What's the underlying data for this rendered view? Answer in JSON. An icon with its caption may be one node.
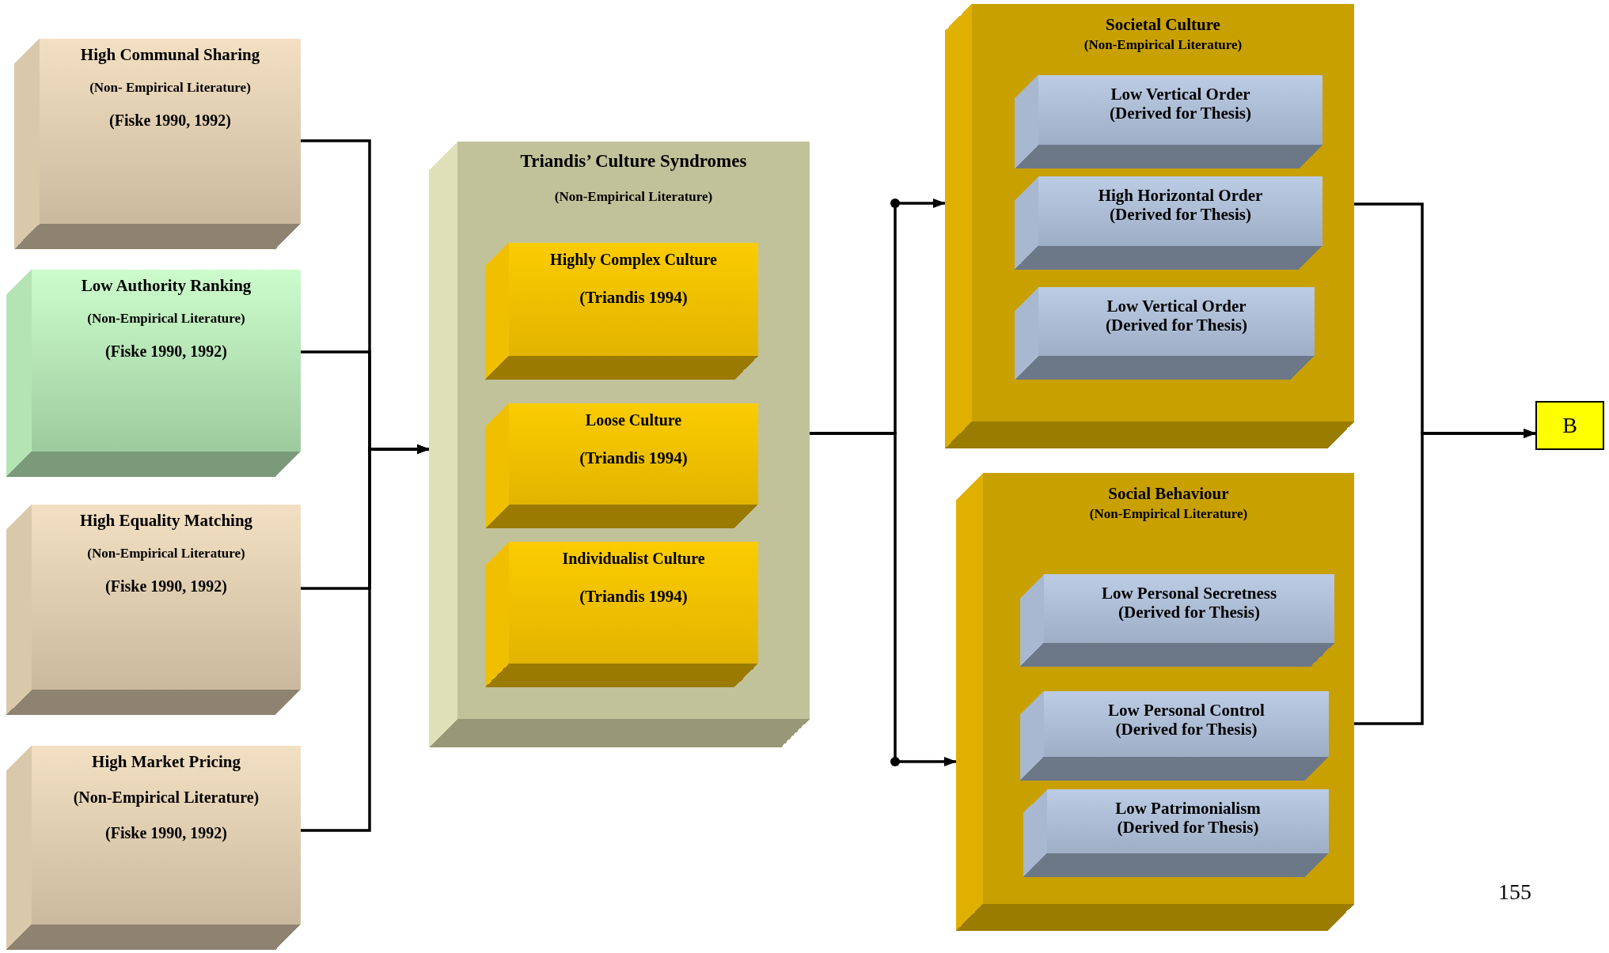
{
  "diagram": {
    "nodes": [
      {
        "text": [
          "High Communal Sharing",
          "(Non- Empirical Literature)",
          "(Fiske 1990, 1992)"
        ]
      },
      {
        "text": [
          "Low Authority Ranking",
          "(Non-Empirical Literature)",
          "(Fiske 1990, 1992)"
        ]
      },
      {
        "text": [
          "High Equality Matching",
          "(Non-Empirical Literature)",
          "(Fiske 1990, 1992)"
        ]
      },
      {
        "text": [
          "High Market Pricing",
          "(Non-Empirical Literature)",
          "(Fiske 1990, 1992)"
        ]
      },
      {
        "text": [
          "Triandis’ Culture Syndromes",
          "(Non-Empirical Literature)"
        ]
      },
      {
        "text": [
          "Highly Complex Culture",
          "(Triandis 1994)"
        ],
        "in": 4
      },
      {
        "text": [
          "Loose Culture",
          "(Triandis 1994)"
        ],
        "in": 4
      },
      {
        "text": [
          "Individualist Culture",
          "(Triandis 1994)"
        ],
        "in": 4
      },
      {
        "text": [
          "Societal Culture",
          "(Non-Empirical Literature)"
        ]
      },
      {
        "text": [
          "Low Vertical Order",
          "(Derived for Thesis)"
        ],
        "in": 8
      },
      {
        "text": [
          "High Horizontal Order",
          "(Derived for Thesis)"
        ],
        "in": 8
      },
      {
        "text": [
          "Low Vertical Order",
          "(Derived for Thesis)"
        ],
        "in": 8
      },
      {
        "text": [
          "Social Behaviour",
          "(Non-Empirical Literature)"
        ]
      },
      {
        "text": [
          "Low Personal Secretness",
          "(Derived for Thesis)"
        ],
        "in": 12
      },
      {
        "text": [
          "Low Personal Control",
          "(Derived for Thesis)"
        ],
        "in": 12
      },
      {
        "text": [
          "Low Patrimonialism",
          "(Derived for Thesis)"
        ],
        "in": 12
      },
      {
        "text": [
          "B"
        ]
      }
    ],
    "edges": [
      {
        "from": 0,
        "to": 4,
        "arrow": "to"
      },
      {
        "from": 1,
        "to": 4,
        "arrow": "to"
      },
      {
        "from": 2,
        "to": 4,
        "arrow": "to"
      },
      {
        "from": 3,
        "to": 4,
        "arrow": "to"
      },
      {
        "from": 4,
        "to": 8,
        "arrow": "to"
      },
      {
        "from": 4,
        "to": 12,
        "arrow": "to"
      },
      {
        "from": 8,
        "to": 16,
        "arrow": "to"
      },
      {
        "from": 12,
        "to": 16,
        "arrow": "to"
      }
    ],
    "labels": [
      "155"
    ]
  }
}
